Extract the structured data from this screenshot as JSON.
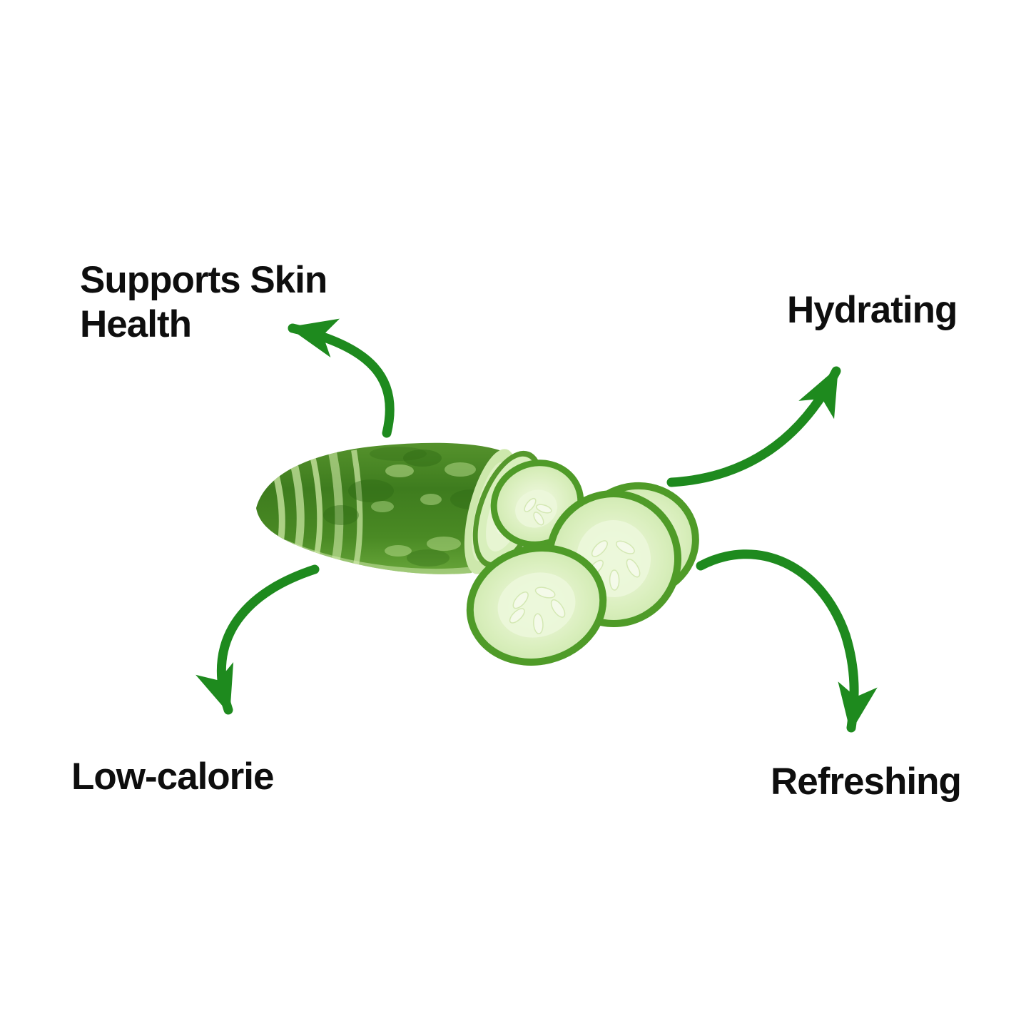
{
  "page": {
    "background": "#ffffff"
  },
  "colors": {
    "arrow_green": "#1e8a1e",
    "text": "#0e0e0e",
    "cucumber_skin": "#47851f",
    "cucumber_flesh": "#ddf0c0"
  },
  "labels": {
    "top_left": "Supports Skin Health",
    "top_right": "Hydrating",
    "bottom_left": "Low-calorie",
    "bottom_right": "Refreshing"
  },
  "illustration": {
    "subject": "Whole cucumber with a cut end, a wedge piece and round cucumber slices",
    "arrows": [
      {
        "name": "arrow-top-left",
        "from": "cucumber",
        "to": "Supports Skin Health"
      },
      {
        "name": "arrow-top-right",
        "from": "cucumber",
        "to": "Hydrating"
      },
      {
        "name": "arrow-bottom-left",
        "from": "cucumber",
        "to": "Low-calorie"
      },
      {
        "name": "arrow-bottom-right",
        "from": "cucumber",
        "to": "Refreshing"
      }
    ]
  }
}
